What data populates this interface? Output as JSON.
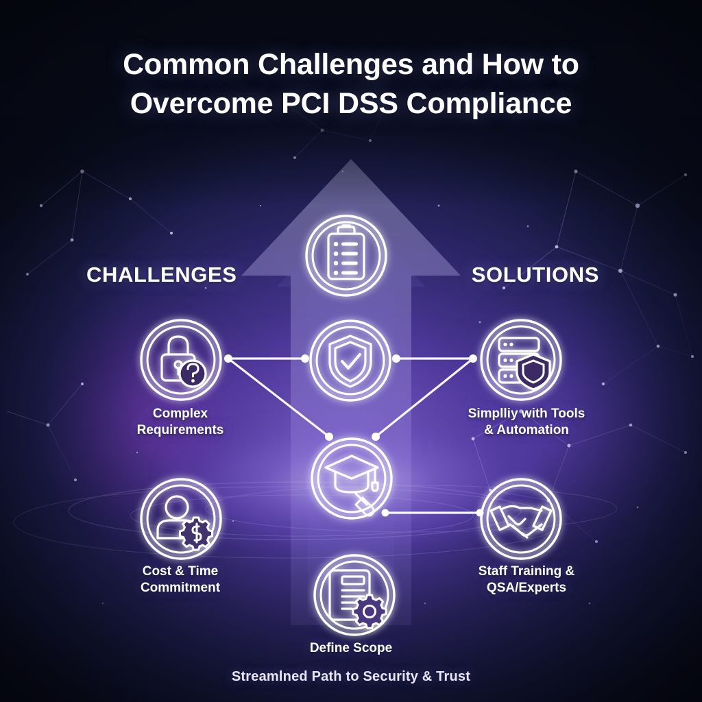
{
  "title": {
    "line1": "Common Challenges and How to",
    "line2": "Overcome PCI DSS Compliance"
  },
  "columns": {
    "challenges_heading": "CHALLENGES",
    "solutions_heading": "SOLUTIONS"
  },
  "footnote": "Streamlned Path to Security & Trust",
  "nodes": {
    "checklist": {
      "icon": "clipboard-checklist-icon",
      "label": ""
    },
    "shield": {
      "icon": "shield-check-icon",
      "label": ""
    },
    "education": {
      "icon": "graduation-cap-icon",
      "label": ""
    },
    "scope": {
      "icon": "document-gear-icon",
      "label_line1": "Define Scope"
    },
    "complex": {
      "icon": "lock-question-icon",
      "label_line1": "Complex",
      "label_line2": "Requirements"
    },
    "cost": {
      "icon": "user-cost-gear-icon",
      "label_line1": "Cost & Time",
      "label_line2": "Commitment"
    },
    "simplify": {
      "icon": "server-shield-icon",
      "label_line1": "Simplliy with Tools",
      "label_line2": "& Automation"
    },
    "staff": {
      "icon": "handshake-icon",
      "label_line1": "Staff Training &",
      "label_line2": "QSA/Experts"
    }
  },
  "colors": {
    "background_dark": "#0a0d1c",
    "accent_purple": "#6b4fb8",
    "node_stroke": "#ffffff",
    "text_primary": "#ffffff",
    "arrow_fill": "#9d95d8"
  }
}
